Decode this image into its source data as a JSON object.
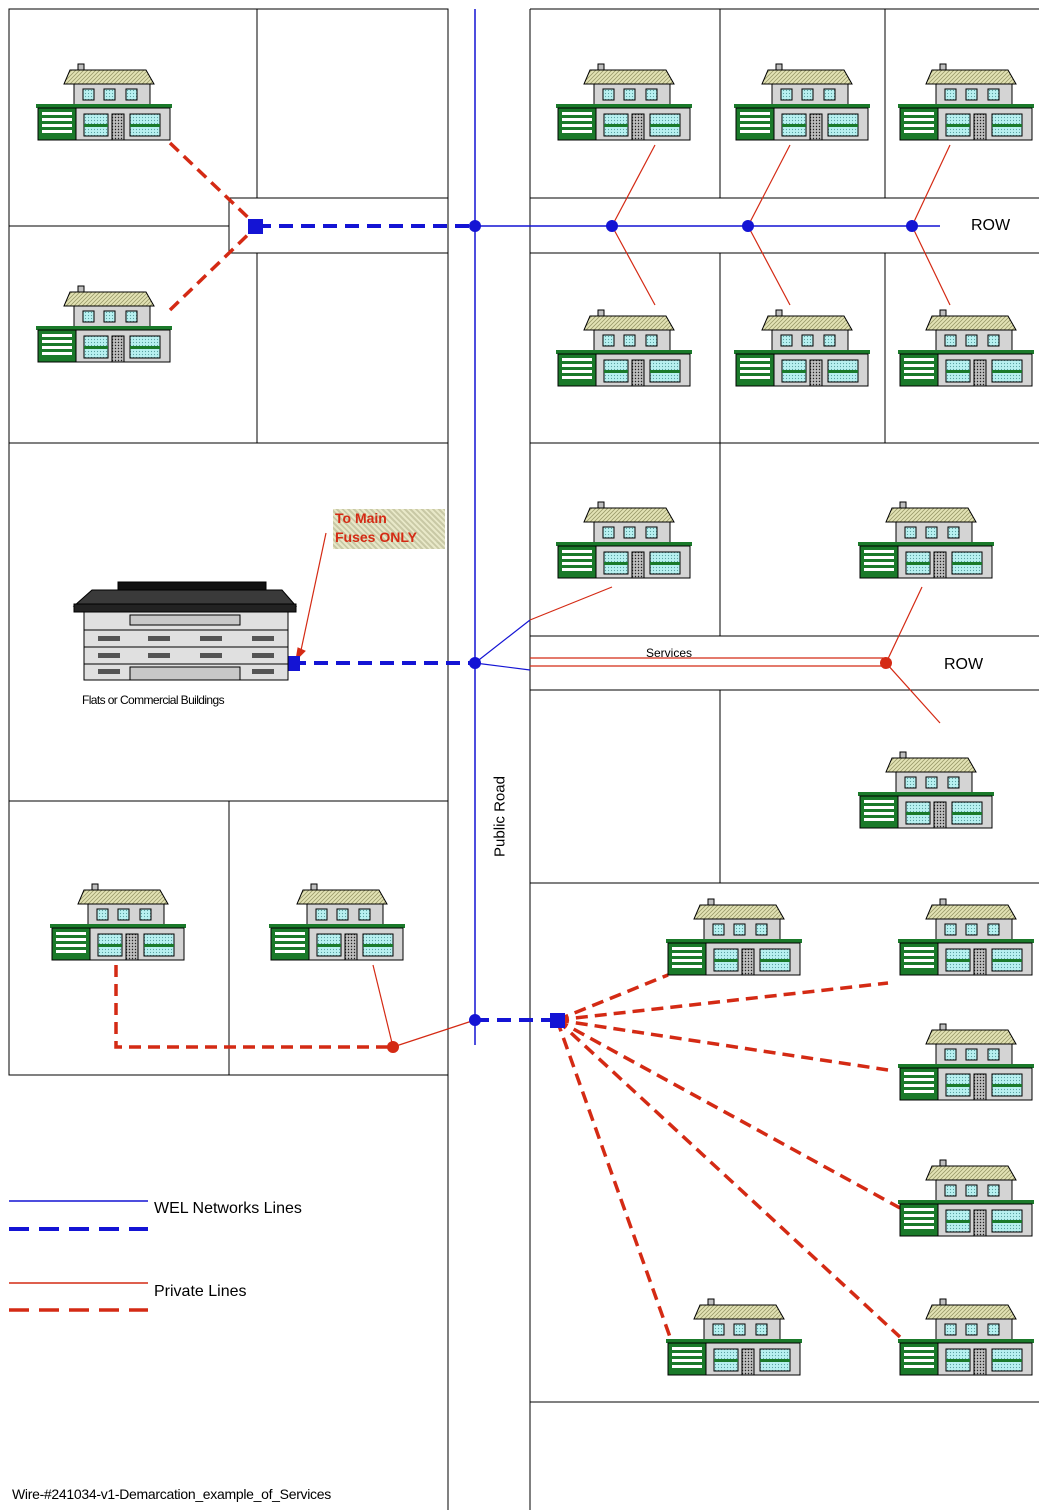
{
  "labels": {
    "row_top": "ROW",
    "row_middle": "ROW",
    "services": "Services",
    "public_road": "Public Road",
    "flats": "Flats or Commercial Buildings",
    "note_line1": "To Main",
    "note_line2": "Fuses ONLY"
  },
  "legend": {
    "wel": "WEL Networks Lines",
    "private": "Private Lines"
  },
  "caption": "Wire-#241034-v1-Demarcation_example_of_Services",
  "colors": {
    "wel_blue": "#1414d4",
    "private_red": "#d42a14",
    "lot_outline": "#000000",
    "house_green": "#1a7a2a",
    "house_roof": "#e3e3b5",
    "window_cyan": "#b8f0f0"
  },
  "icons": {
    "house": "house-icon",
    "building": "commercial-building-icon",
    "pit": "connection-point-icon"
  }
}
